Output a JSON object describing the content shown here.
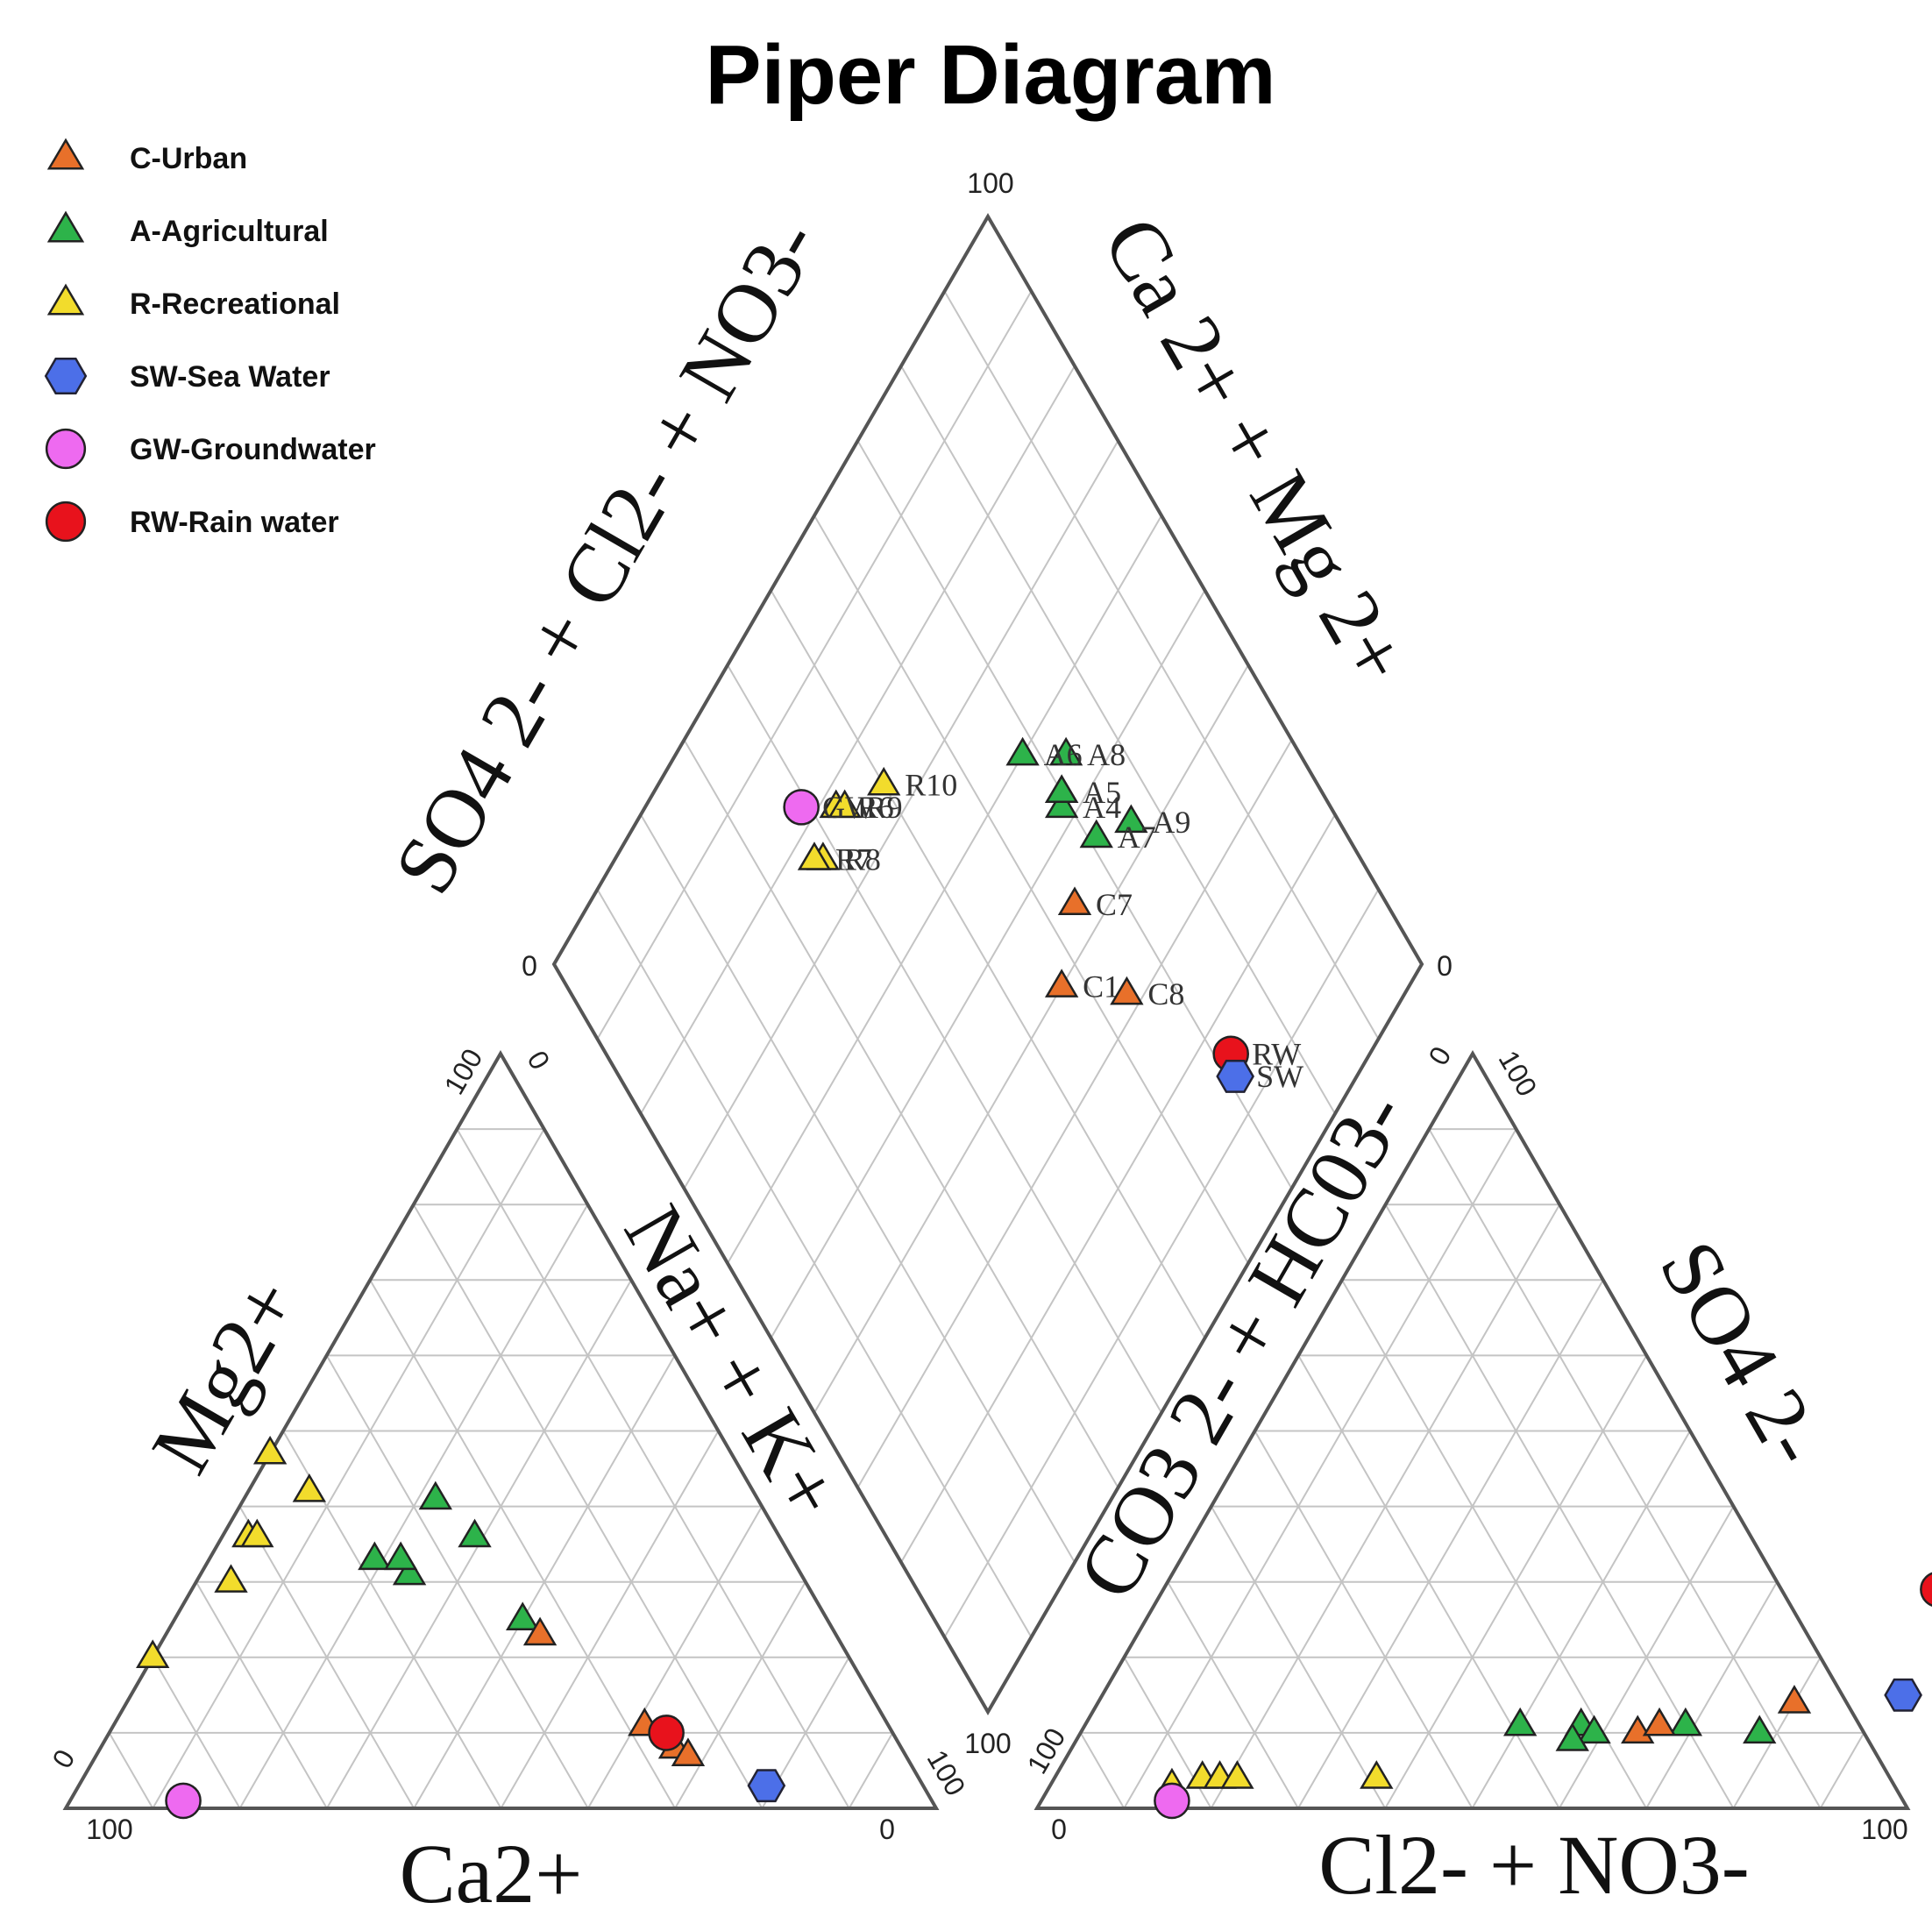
{
  "chart_data": {
    "type": "scatter",
    "title": "Piper Diagram",
    "legend": {
      "placement": "top-left",
      "items": [
        {
          "key": "C",
          "label": "C-Urban",
          "shape": "triangle",
          "color": "#E8702A"
        },
        {
          "key": "A",
          "label": "A-Agricultural",
          "shape": "triangle",
          "color": "#2DB34A"
        },
        {
          "key": "R",
          "label": "R-Recreational",
          "shape": "triangle",
          "color": "#F2DC2C"
        },
        {
          "key": "SW",
          "label": "SW-Sea Water",
          "shape": "hexagon",
          "color": "#4C6FE8"
        },
        {
          "key": "GW",
          "label": "GW-Groundwater",
          "shape": "circle",
          "color": "#EE6AF0"
        },
        {
          "key": "RW",
          "label": "RW-Rain water",
          "shape": "circle",
          "color": "#E8121C"
        }
      ]
    },
    "grid": true,
    "diamond": {
      "top_label": "100",
      "left_label": "0",
      "right_label": "0",
      "bottom_label": "100",
      "left_title": "SO4 2- + Cl2- + NO3-",
      "right_title": "Ca 2+ + Mg 2+",
      "points": [
        {
          "group": "A",
          "label": "A8",
          "u": 0.73,
          "v": 0.45
        },
        {
          "group": "A",
          "label": "A9",
          "u": 0.76,
          "v": 0.57
        },
        {
          "group": "A",
          "label": "A5",
          "u": 0.7,
          "v": 0.47
        },
        {
          "group": "A",
          "label": "A7",
          "u": 0.71,
          "v": 0.54
        },
        {
          "group": "A",
          "label": "A6",
          "u": 0.68,
          "v": 0.4
        },
        {
          "group": "A",
          "label": "A4",
          "u": 0.69,
          "v": 0.48
        },
        {
          "group": "A",
          "label": "",
          "u": 0.7,
          "v": 0.47
        },
        {
          "group": "C",
          "label": "C7",
          "u": 0.64,
          "v": 0.56
        },
        {
          "group": "C",
          "label": "C1",
          "u": 0.57,
          "v": 0.6
        },
        {
          "group": "C",
          "label": "C8",
          "u": 0.64,
          "v": 0.68
        },
        {
          "group": "RW",
          "label": "RW",
          "u": 0.72,
          "v": 0.84
        },
        {
          "group": "SW",
          "label": "SW",
          "u": 0.71,
          "v": 0.86
        },
        {
          "group": "R",
          "label": "R10",
          "u": 0.5,
          "v": 0.26
        },
        {
          "group": "R",
          "label": "R6",
          "u": 0.43,
          "v": 0.22
        },
        {
          "group": "R",
          "label": "R9",
          "u": 0.44,
          "v": 0.23
        },
        {
          "group": "GW",
          "label": "GW",
          "u": 0.39,
          "v": 0.18
        },
        {
          "group": "R",
          "label": "R8",
          "u": 0.38,
          "v": 0.24
        },
        {
          "group": "R",
          "label": "R7",
          "u": 0.37,
          "v": 0.23
        }
      ]
    },
    "cation_triangle": {
      "bottom_title": "Ca2+",
      "left_title": "Mg2+",
      "right_title": "Na+ + K+",
      "left_axis_ticks": [
        "0",
        "100"
      ],
      "right_axis_ticks": [
        "0",
        "100"
      ],
      "bottom_axis_ticks": [
        "100",
        "0"
      ],
      "points": [
        {
          "group": "R",
          "ca": 0.66,
          "na": 0.04,
          "mg": 0.3
        },
        {
          "group": "R",
          "ca": 0.53,
          "na": 0.0,
          "mg": 0.47
        },
        {
          "group": "R",
          "ca": 0.51,
          "na": 0.07,
          "mg": 0.42
        },
        {
          "group": "R",
          "ca": 0.61,
          "na": 0.03,
          "mg": 0.36
        },
        {
          "group": "R",
          "ca": 0.6,
          "na": 0.04,
          "mg": 0.36
        },
        {
          "group": "A",
          "ca": 0.37,
          "na": 0.22,
          "mg": 0.41
        },
        {
          "group": "A",
          "ca": 0.35,
          "na": 0.29,
          "mg": 0.36
        },
        {
          "group": "A",
          "ca": 0.48,
          "na": 0.19,
          "mg": 0.33
        },
        {
          "group": "A",
          "ca": 0.45,
          "na": 0.24,
          "mg": 0.31
        },
        {
          "group": "A",
          "ca": 0.45,
          "na": 0.22,
          "mg": 0.33
        },
        {
          "group": "A",
          "ca": 0.35,
          "na": 0.4,
          "mg": 0.25
        },
        {
          "group": "C",
          "ca": 0.34,
          "na": 0.43,
          "mg": 0.23
        },
        {
          "group": "C",
          "ca": 0.28,
          "na": 0.61,
          "mg": 0.11
        },
        {
          "group": "C",
          "ca": 0.26,
          "na": 0.66,
          "mg": 0.08
        },
        {
          "group": "C",
          "ca": 0.25,
          "na": 0.68,
          "mg": 0.07
        },
        {
          "group": "SW",
          "ca": 0.18,
          "na": 0.79,
          "mg": 0.03
        },
        {
          "group": "RW",
          "ca": 0.26,
          "na": 0.64,
          "mg": 0.1
        },
        {
          "group": "R",
          "ca": 0.8,
          "na": 0.0,
          "mg": 0.2
        },
        {
          "group": "GW",
          "ca": 0.86,
          "na": 0.13,
          "mg": 0.01
        }
      ]
    },
    "anion_triangle": {
      "bottom_title": "Cl2- + NO3-",
      "left_title": "CO3 2- + HC03-",
      "right_title": "SO4 2-",
      "left_axis_ticks": [
        "0",
        "100"
      ],
      "right_axis_ticks": [
        "100"
      ],
      "bottom_axis_ticks": [
        "0",
        "100"
      ],
      "points": [
        {
          "group": "R",
          "cl": 0.14,
          "so4": 0.03
        },
        {
          "group": "R",
          "cl": 0.17,
          "so4": 0.04
        },
        {
          "group": "R",
          "cl": 0.19,
          "so4": 0.04
        },
        {
          "group": "R",
          "cl": 0.21,
          "so4": 0.04
        },
        {
          "group": "R",
          "cl": 0.37,
          "so4": 0.04
        },
        {
          "group": "GW",
          "cl": 0.15,
          "so4": 0.01
        },
        {
          "group": "A",
          "cl": 0.5,
          "so4": 0.11
        },
        {
          "group": "A",
          "cl": 0.57,
          "so4": 0.11
        },
        {
          "group": "A",
          "cl": 0.59,
          "so4": 0.1
        },
        {
          "group": "A",
          "cl": 0.57,
          "so4": 0.09
        },
        {
          "group": "A",
          "cl": 0.69,
          "so4": 0.11
        },
        {
          "group": "A",
          "cl": 0.78,
          "so4": 0.1
        },
        {
          "group": "C",
          "cl": 0.64,
          "so4": 0.1
        },
        {
          "group": "C",
          "cl": 0.66,
          "so4": 0.11
        },
        {
          "group": "C",
          "cl": 0.8,
          "so4": 0.14
        },
        {
          "group": "RW",
          "cl": 0.89,
          "so4": 0.29
        },
        {
          "group": "SW",
          "cl": 0.92,
          "so4": 0.15
        }
      ]
    }
  }
}
